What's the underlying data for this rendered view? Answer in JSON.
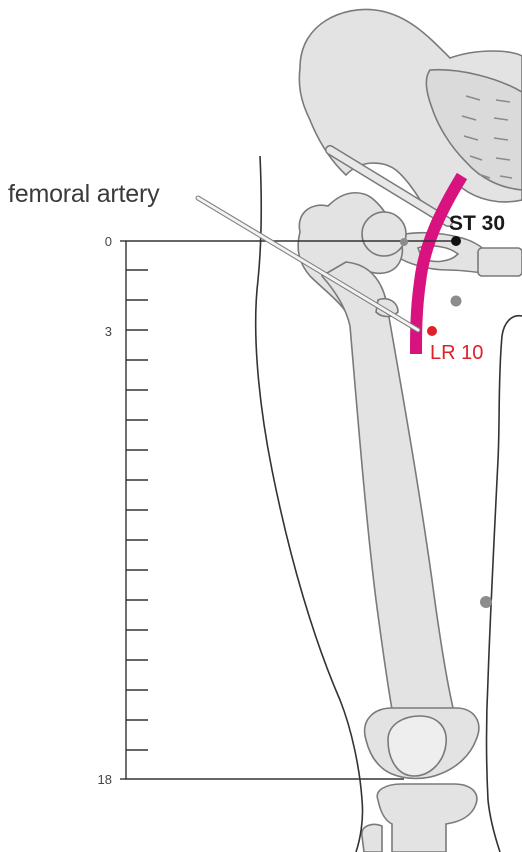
{
  "labels": {
    "femoral_artery": "femoral artery",
    "point_st30": "ST 30",
    "point_lr10": "LR 10"
  },
  "scale": {
    "ticks": [
      "0",
      "3",
      "18"
    ]
  },
  "colors": {
    "bone_fill": "#e3e3e3",
    "bone_stroke": "#7a7a7a",
    "artery": "#d8127e",
    "point_st30": "#111111",
    "point_lr10": "#e0202a",
    "secondary_points": "#8c8c8c",
    "outline": "#333333"
  }
}
